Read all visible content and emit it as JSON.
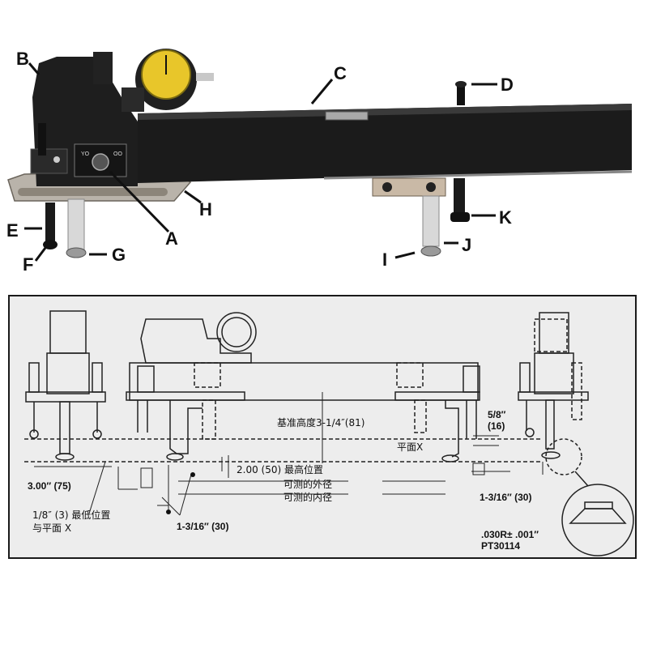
{
  "photo": {
    "callouts": {
      "A": "A",
      "B": "B",
      "C": "C",
      "D": "D",
      "E": "E",
      "F": "F",
      "G": "G",
      "H": "H",
      "I": "I",
      "J": "J",
      "K": "K"
    },
    "dial_labels": {
      "left": "YO",
      "right": "OO"
    }
  },
  "drawing": {
    "ref_height": "基准高度3-1/4″(81)",
    "max_position": "2.00 (50) 最高位置",
    "outer_diameter": "可测的外径",
    "inner_diameter": "可测的内径",
    "plane_x": "平面X",
    "five_eighths": "5/8″",
    "five_eighths_mm": "(16)",
    "three_inch": "3.00″ (75)",
    "min_position": "1/8″ (3) 最低位置",
    "with_plane_x": "与平面 X",
    "left_13_16": "1-3/16″ (30)",
    "right_13_16": "1-3/16″ (30)",
    "radius_tol": ".030R± .001″",
    "part_number": "PT30114"
  },
  "colors": {
    "body": "#1c1c1c",
    "steel": "#b8b8b8",
    "gauge": "#e8c62a",
    "drawing_bg": "#ededed"
  }
}
